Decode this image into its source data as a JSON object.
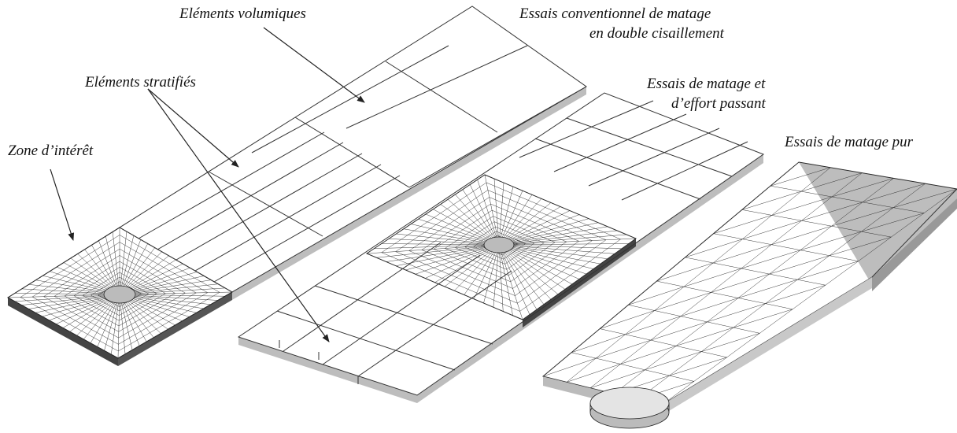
{
  "labels": {
    "volumiques": "Eléments volumiques",
    "stratifies": "Eléments stratifiés",
    "zone": "Zone d’intérêt",
    "conv_line1": "Essais conventionnel de matage",
    "conv_line2": "en double cisaillement",
    "effort_line1": "Essais de matage et",
    "effort_line2": "d’effort passant",
    "pur": "Essais de matage pur"
  },
  "colors": {
    "plate_top": "#dcdcdc",
    "plate_side": "#bdbdbd",
    "mesh_side": "#555555",
    "ink": "#222222"
  }
}
